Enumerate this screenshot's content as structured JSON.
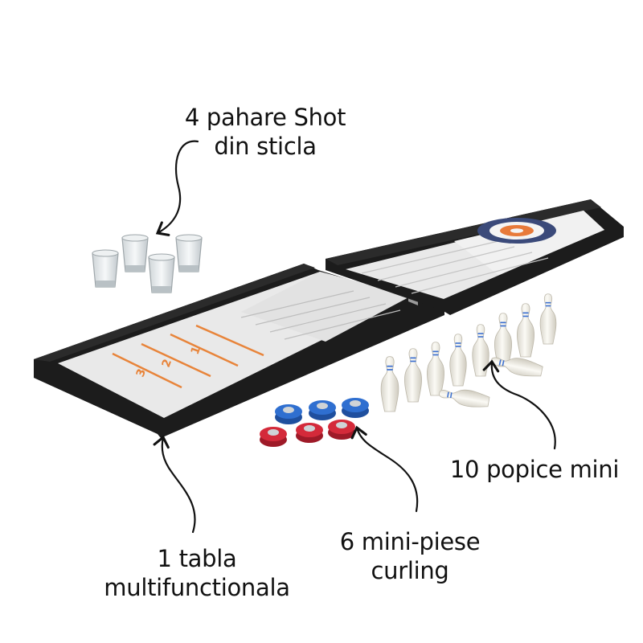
{
  "labels": {
    "shot_glasses": {
      "line1": "4 pahare Shot",
      "line2": "din sticla"
    },
    "board": {
      "line1": "1 tabla",
      "line2": "multifunctionala"
    },
    "curling": {
      "line1": "6 mini-piese",
      "line2": "curling"
    },
    "pins": {
      "line1": "10 popice mini"
    }
  },
  "board_markings": {
    "lane_numbers": [
      "1",
      "2",
      "3"
    ]
  },
  "colors": {
    "frame": "#1c1c1c",
    "playfield": "#e9e9e9",
    "lane_marks": "#e8843a",
    "target_outer": "#3b4a7a",
    "target_inner": "#e87a3a",
    "puck_blue": "#2f6fd0",
    "puck_red": "#d42a3a",
    "pin_white": "#f4f2ea",
    "pin_stripe": "#3b6fd0",
    "arrow": "#111111"
  },
  "counts": {
    "shot_glasses": 4,
    "pucks_blue": 3,
    "pucks_red": 3,
    "pins": 10
  }
}
